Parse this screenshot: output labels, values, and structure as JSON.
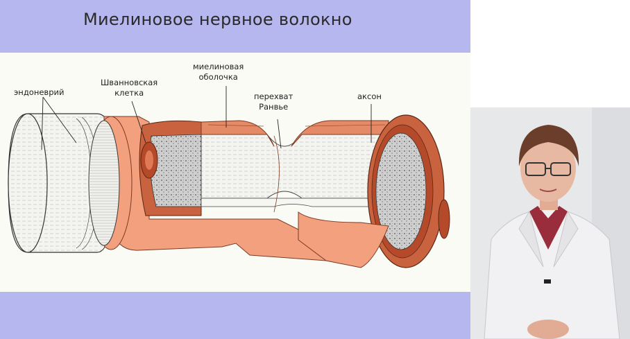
{
  "slide": {
    "title": "Миелиновое нервное волокно"
  },
  "diagram": {
    "labels": {
      "endoneurium": "эндоневрий",
      "schwann_line1": "Шванновская",
      "schwann_line2": "клетка",
      "myelin_line1": "миелиновая",
      "myelin_line2": "оболочка",
      "ranvier_line1": "перехват",
      "ranvier_line2": "Ранвье",
      "axon": "аксон"
    },
    "colors": {
      "sheath": "#f3a07e",
      "sheath_dark": "#c9623e",
      "myelin_edge": "#e58a66",
      "axoplasm": "#d9d9d9",
      "endoneurium": "#f2f2ee"
    }
  },
  "video": {
    "colors": {
      "coat": "#f1f1f3",
      "hair": "#6b3e2c",
      "skin": "#e7b9a3",
      "shirt": "#9a2d3c"
    }
  }
}
